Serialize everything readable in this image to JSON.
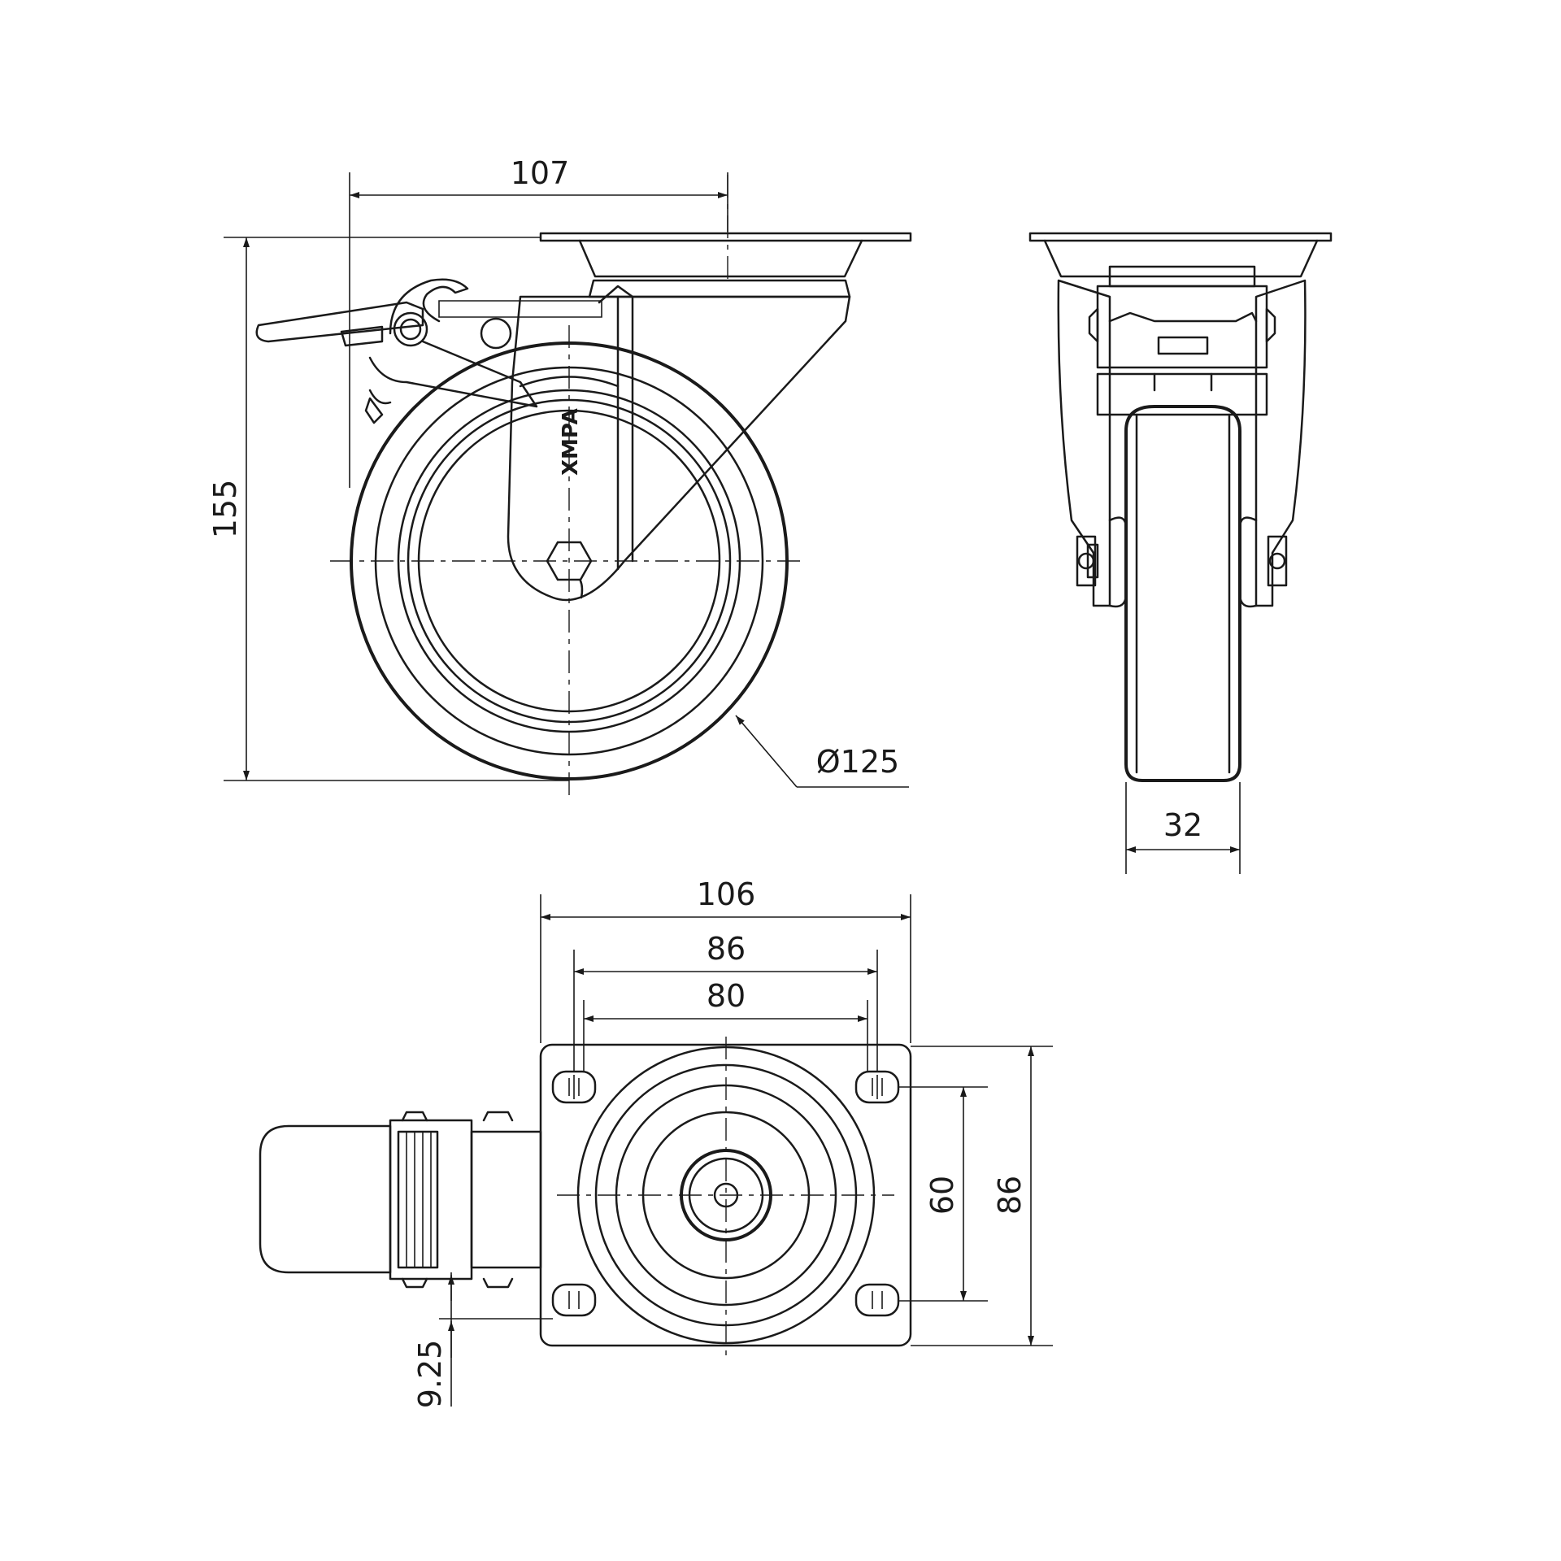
{
  "dimensions": {
    "side_offset": "107",
    "height": "155",
    "wheel_diameter": "Ø125",
    "wheel_width": "32",
    "plate_width": "106",
    "hole_spacing_outer": "86",
    "hole_spacing_inner": "80",
    "hole_spacing_vertical": "60",
    "plate_height": "86",
    "brake_offset": "9.25"
  },
  "wheel_marking": "XMPA",
  "colors": {
    "line": "#1a1a1a",
    "background": "#ffffff"
  }
}
